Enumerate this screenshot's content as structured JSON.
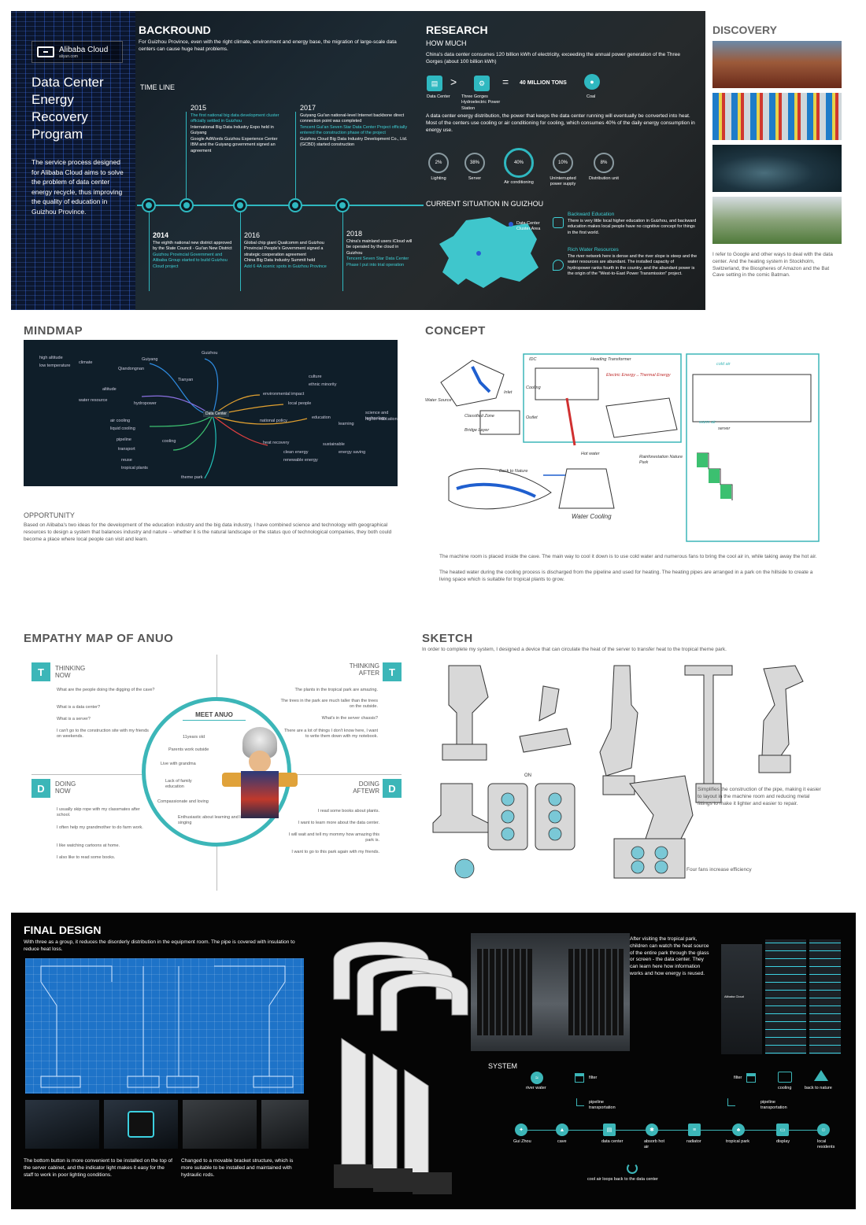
{
  "top": {
    "logo": {
      "name": "Alibaba Cloud",
      "sub": "aliyun.com"
    },
    "title_lines": [
      "Data Center",
      "Energy",
      "Recovery",
      "Program"
    ],
    "intro": "The service process designed for Alibaba Cloud aims to solve the problem of data center energy recycle, thus improving the quality of education in Guizhou Province.",
    "background": {
      "heading": "BACKROUND",
      "text": "For Guizhou Province, even with the right climate, environment and energy base, the migration of large-scale data centers can cause huge heat problems.",
      "timeline_label": "TIME LINE",
      "events": [
        {
          "year": "2015",
          "hl": "The first national big data development cluster officially settled in Guizhou",
          "text": "International Big Data Industry Expo held in Guiyang\nGoogle AdWords Guizhou Experience Center\nIBM and the Guiyang government signed an agreement"
        },
        {
          "year": "2017",
          "text": "Guiyang Gui'an national-level Internet backbone direct connection point was completed",
          "hl": "Tencent Gui'an Seven Star Data Center Project officially entered the construction phase of the project",
          "text2": "Guizhou Cloud Big Data Industry Development Co., Ltd. (GCBD) started construction"
        },
        {
          "year": "2014",
          "text": "The eighth national new district approved by the State Council - Gui'an New District",
          "hl": "Guizhou Provincial Government and Alibaba Group started to build Guizhou Cloud project"
        },
        {
          "year": "2016",
          "text": "Global chip giant Qualcomm and Guizhou Provincial People's Government signed a strategic cooperation agreement\nChina Big Data Industry Summit held",
          "hl": "Add 6 4A scenic spots in Guizhou Province"
        },
        {
          "year": "2018",
          "text": "China's mainland users iCloud will be operated by the cloud in Guizhou",
          "hl": "Tencent Seven Star Data Center Phase I put into trial operation"
        }
      ]
    },
    "research": {
      "heading": "RESEARCH",
      "sub": "HOW MUCH",
      "text": "China's data center consumes 120 billion kWh of electricity, exceeding the annual power generation of the Three Gorges (about 100 billion kWh)",
      "compare": {
        "a": "Data Center",
        "b": "Three Gorges Hydroelectric Power Station",
        "op1": ">",
        "op2": "=",
        "value": "40 MILLION TONS",
        "c": "Coal"
      },
      "text2": "A data center energy distribution, the power that keeps the data center running will eventually be converted into heat. Most of the centers use cooling or air conditioning for cooling, which consumes 40% of the daily energy consumption in energy use.",
      "rings": [
        {
          "pct": "2%",
          "label": "Lighting"
        },
        {
          "pct": "38%",
          "label": "Server"
        },
        {
          "pct": "40%",
          "label": "Air conditioning"
        },
        {
          "pct": "10%",
          "label": "Uninterrupted power supply"
        },
        {
          "pct": "8%",
          "label": "Distribution unit"
        }
      ],
      "situation_heading": "CURRENT SITUATION IN GUIZHOU",
      "legend": "Data Center Cluster Area",
      "items": [
        {
          "title": "Backward Education",
          "text": "There is very little local higher education in Guizhou, and backward education makes local people have no cognitive concept for things in the first world."
        },
        {
          "title": "Rich Water Resources",
          "text": "The river network here is dense and the river slope is steep and the water resources are abundant. The installed capacity of hydropower ranks fourth in the country, and the abundant power is the origin of the \"West-to-East Power Transmission\" project."
        }
      ]
    }
  },
  "discovery": {
    "heading": "DISCOVERY",
    "text": "I refer to Google and other ways to deal with the data center. And the heating system in Stockholm, Switzerland, the Biospheres of Amazon and the Bat Cave setting in the comic Batman."
  },
  "mindmap": {
    "heading": "MINDMAP",
    "center": "Data Center",
    "nodes": [
      "Guizhou",
      "Guiyang",
      "Qiandongnan",
      "Tianyan",
      "environmental impact",
      "local people",
      "culture",
      "ethnic minority",
      "national policy",
      "education",
      "high altitude",
      "low temperature",
      "climate",
      "altitude",
      "water resource",
      "hydropower",
      "renewable energy",
      "clean energy",
      "sustainable",
      "cooling",
      "heat recovery",
      "energy saving",
      "air cooling",
      "liquid cooling",
      "pipeline",
      "transport",
      "reuse",
      "tropical plants",
      "theme park",
      "learning",
      "science and technology",
      "higher education"
    ],
    "opportunity_heading": "OPPORTUNITY",
    "opportunity_text": "Based on Alibaba's two ideas for the development of the education industry and the big data industry, I have combined science and technology with geographical resources to design a system that balances industry and nature -- whether it is the natural landscape or the status quo of technological companies, they both could become a place where local people can visit and learn."
  },
  "concept": {
    "heading": "CONCEPT",
    "labels": [
      "IDC",
      "Heading Transformer",
      "Electric Energy→Thermal Energy",
      "Cooling",
      "Inlet",
      "Outlet",
      "Water Source",
      "Classified Zone",
      "Bridge Layer",
      "Back to Nature",
      "Hot water",
      "Rainforestation Nature Park",
      "Water Cooling",
      "cold air",
      "warm air",
      "server"
    ],
    "text1": "The machine room is placed inside the cave. The main way to cool it down is to use cold water and numerous fans to bring the cool air in, while taking away the hot air.",
    "text2": "The heated water during the cooling process is discharged from the pipeline and used for heating. The heating pipes are arranged in a park on the hillside to create a living space which is suitable for tropical plants to grow."
  },
  "empathy": {
    "heading": "EMPATHY MAP OF ANUO",
    "center_title": "MEET ANUO",
    "center_items": [
      "11years old",
      "Parents work outside",
      "Live with grandma",
      "Lack of family education",
      "Compassionate and loving",
      "Enthusiastic about learning and love singing"
    ],
    "thinking_now": {
      "letter": "T",
      "title": "THINKING NOW",
      "items": [
        "What are the people doing the digging of the cave?",
        "What is a data center?",
        "What is a server?",
        "I can't go to the construction site with my friends on weekends."
      ]
    },
    "thinking_after": {
      "letter": "T",
      "title": "THINKING AFTER",
      "items": [
        "The plants in the tropical park are amazing.",
        "The trees in the park are much taller than the trees on the outside.",
        "What's in the server chassis?",
        "There are a lot of things I don't know here, I want to write them down with my notebook."
      ]
    },
    "doing_now": {
      "letter": "D",
      "title": "DOING NOW",
      "items": [
        "I usually skip rope with my classmates after school.",
        "I often help my grandmother to do farm work.",
        "I like watching cartoons at home.",
        "I also like to read some books."
      ]
    },
    "doing_after": {
      "letter": "D",
      "title": "DOING AFTEWR",
      "items": [
        "I read some books about plants.",
        "I want to learn more about the data center.",
        "I will wait and tell my mommy how amazing this park is.",
        "I want to go to this park again with my friends."
      ]
    }
  },
  "sketch": {
    "heading": "SKETCH",
    "text": "In order to complete my system, I designed a device that can circulate the heat of the server to transfer heat to the tropical theme park.",
    "note1": "Simplifies the construction of the pipe, making it easier to layout in the machine room and reducing metal fittings to make it lighter and easier to repair.",
    "note2": "Four fans increase efficiency",
    "on": "ON"
  },
  "final": {
    "heading": "FINAL DESIGN",
    "text": "With three as a group, it reduces the disorderly distribution in the equipment room. The pipe is covered with insulation to reduce heat loss.",
    "cap1": "The bottom button is more convenient to be installed on the top of the server cabinet, and the indicator light makes it easy for the staff to work in poor lighting conditions.",
    "cap2": "Changed to a movable bracket structure, which is more suitable to be installed and maintained with hydraulic rods.",
    "visit_text": "After visiting the tropical park, children can watch the heat source of the entire park through the glass or screen - the data center. They can learn here how information works and how energy is reused.",
    "cabinet_brand": "Alibaba Cloud",
    "system": {
      "heading": "SYSTEM",
      "top": [
        {
          "label": "river water"
        },
        {
          "label": "filter"
        },
        {
          "label": "pipeline transportation"
        },
        {
          "label": "filter"
        },
        {
          "label": "cooling"
        },
        {
          "label": "back to nature"
        },
        {
          "label": "pipeline transportation"
        }
      ],
      "row": [
        "Gui Zhou",
        "cave",
        "data center",
        "absorb hot air",
        "radiator",
        "tropical park",
        "display",
        "local residents"
      ],
      "loop": "cool air loops back to the data center"
    }
  }
}
